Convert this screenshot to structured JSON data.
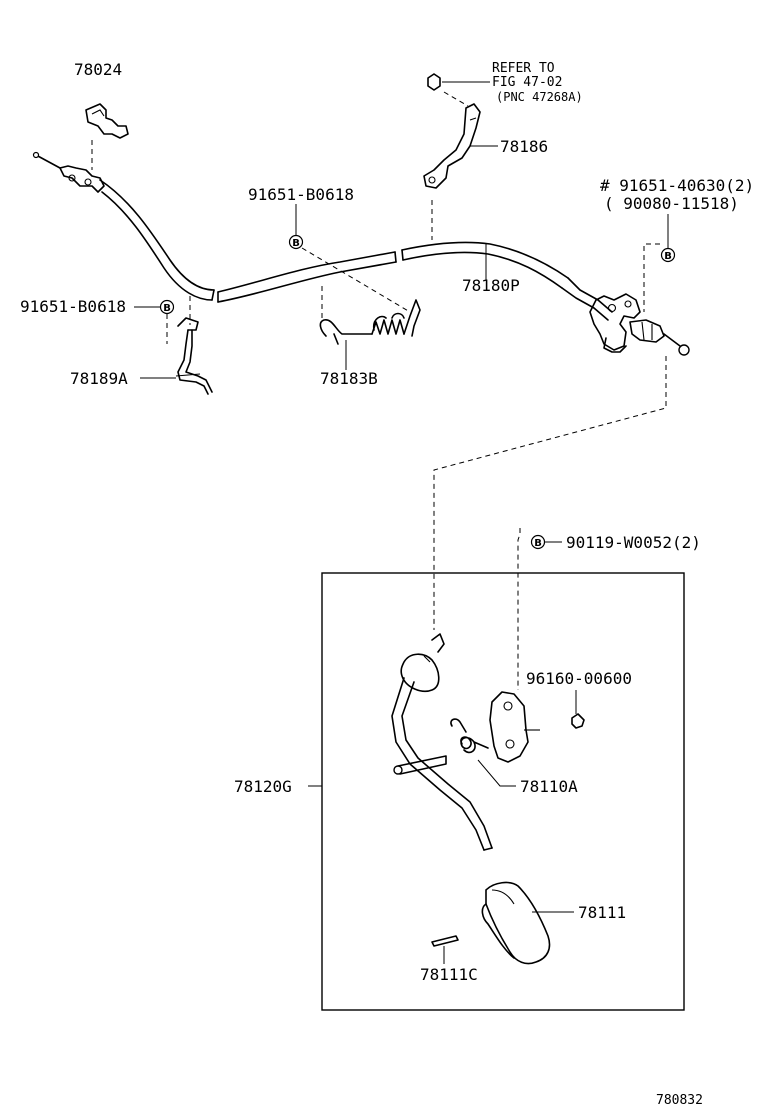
{
  "labels": {
    "p78024": "78024",
    "refer_line1": "REFER TO",
    "refer_line2": "FIG 47-02",
    "refer_line3": "(PNC 47268A)",
    "p78186": "78186",
    "p91651_40630": "# 91651-40630(2)",
    "p90080_11518": "( 90080-11518)",
    "p91651_b0618_top": "91651-B0618",
    "p78180p": "78180P",
    "p91651_b0618_left": "91651-B0618",
    "p78189a": "78189A",
    "p78183b": "78183B",
    "p90119_w0052": "90119-W0052(2)",
    "p96160_00600": "96160-00600",
    "p78120g": "78120G",
    "p78110a": "78110A",
    "p78111": "78111",
    "p78111c": "78111C",
    "diagram_id": "780832"
  },
  "bolt_marker": "B",
  "icons": {
    "bolt": "bolt-b-icon"
  }
}
